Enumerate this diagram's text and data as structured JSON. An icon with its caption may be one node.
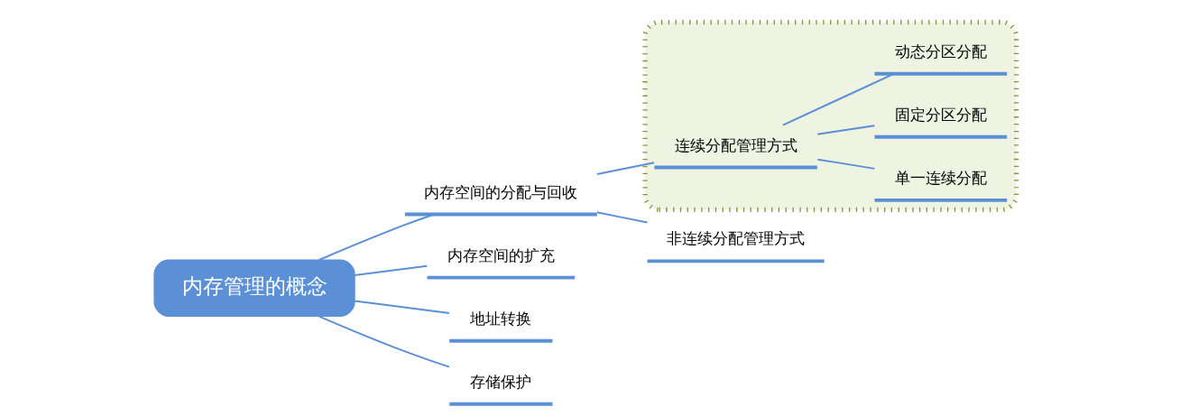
{
  "diagram": {
    "nodes": [
      {
        "text": [
          "内存管理的概念"
        ]
      },
      {
        "text": [
          "内存空间的分配与回收"
        ]
      },
      {
        "text": [],
        "shape": "box"
      },
      {
        "text": [
          "连续分配管理方式"
        ],
        "in": 2
      },
      {
        "text": [
          "单一连续分配"
        ],
        "in": 2
      },
      {
        "text": [
          "固定分区分配"
        ],
        "in": 2
      },
      {
        "text": [
          "动态分区分配"
        ],
        "in": 2
      },
      {
        "text": [
          "非连续分配管理方式"
        ]
      },
      {
        "text": [
          "内存空间的扩充"
        ]
      },
      {
        "text": [
          "地址转换"
        ]
      },
      {
        "text": [
          "存储保护"
        ]
      }
    ],
    "edges": [
      {
        "from": 0,
        "to": 1,
        "arrow": "none"
      },
      {
        "from": 1,
        "to": 3,
        "arrow": "none"
      },
      {
        "from": 3,
        "to": 4,
        "arrow": "none"
      },
      {
        "from": 3,
        "to": 5,
        "arrow": "none"
      },
      {
        "from": 3,
        "to": 6,
        "arrow": "none"
      },
      {
        "from": 1,
        "to": 7,
        "arrow": "none"
      },
      {
        "from": 0,
        "to": 8,
        "arrow": "none"
      },
      {
        "from": 0,
        "to": 9,
        "arrow": "none"
      },
      {
        "from": 0,
        "to": 10,
        "arrow": "none"
      }
    ]
  }
}
